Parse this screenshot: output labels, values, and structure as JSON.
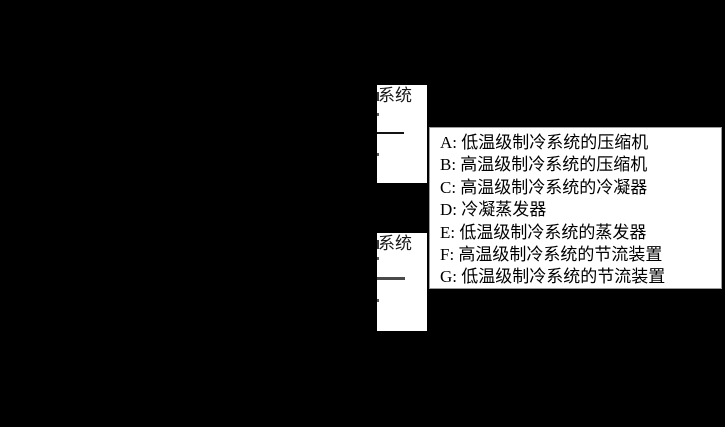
{
  "diagram": {
    "upper_box": {
      "label": "系统"
    },
    "lower_box": {
      "label": "系统"
    }
  },
  "legend": {
    "items": [
      "A: 低温级制冷系统的压缩机",
      "B: 高温级制冷系统的压缩机",
      "C: 高温级制冷系统的冷凝器",
      "D: 冷凝蒸发器",
      "E: 低温级制冷系统的蒸发器",
      "F: 高温级制冷系统的节流装置",
      "G: 低温级制冷系统的节流装置"
    ]
  },
  "colors": {
    "background": "#000000",
    "panel": "#ffffff",
    "legend_border": "#9c9c9c",
    "text": "#000000",
    "upper_line": "#141414",
    "lower_line": "#4a4a4a"
  }
}
